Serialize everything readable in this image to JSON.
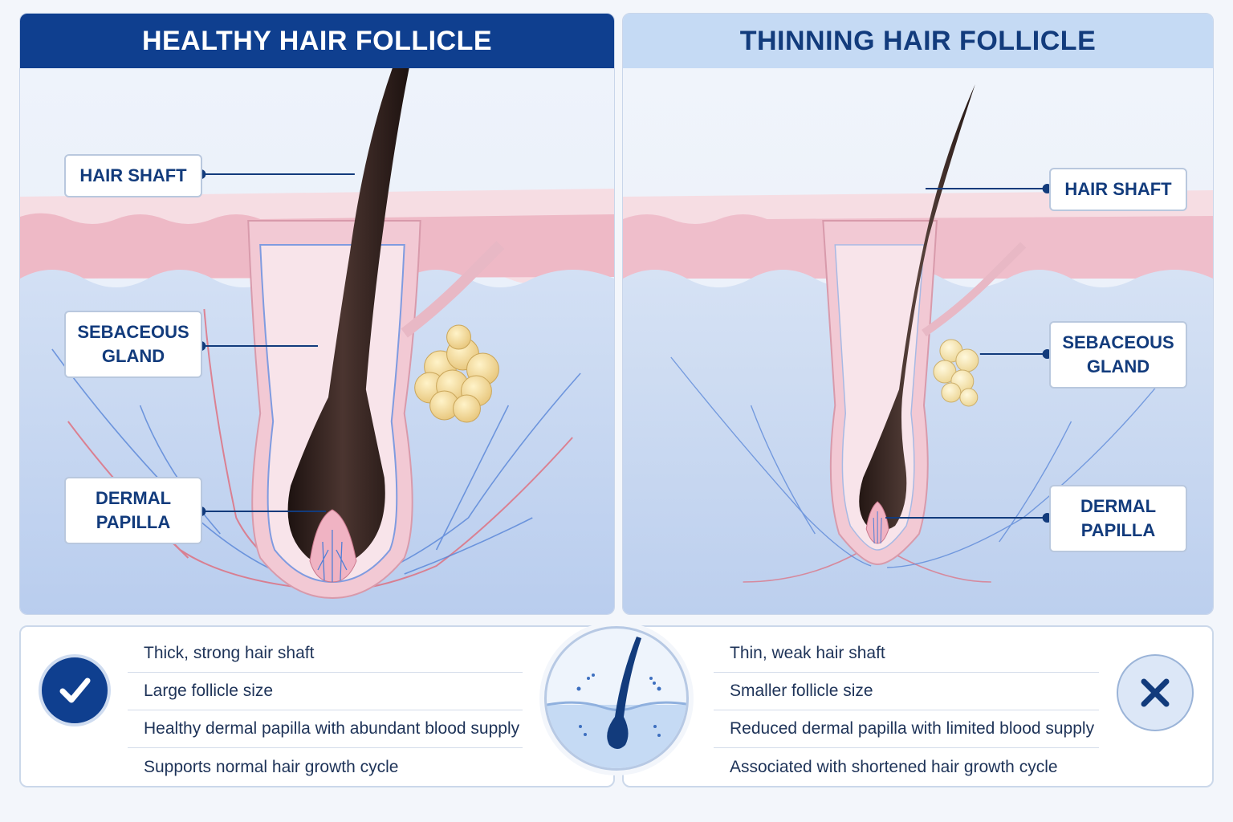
{
  "left_panel": {
    "title": "HEALTHY HAIR FOLLICLE",
    "labels": {
      "hair_shaft": "HAIR SHAFT",
      "sebaceous_gland_line1": "SEBACEOUS",
      "sebaceous_gland_line2": "GLAND",
      "dermal_papilla_line1": "DERMAL",
      "dermal_papilla_line2": "PAPILLA"
    },
    "features": [
      "Thick, strong hair shaft",
      "Large follicle size",
      "Healthy dermal papilla with abundant blood supply",
      "Supports normal hair growth cycle"
    ],
    "status_icon": "check-icon"
  },
  "right_panel": {
    "title": "THINNING HAIR FOLLICLE",
    "labels": {
      "hair_shaft": "HAIR SHAFT",
      "sebaceous_gland_line1": "SEBACEOUS",
      "sebaceous_gland_line2": "GLAND",
      "dermal_papilla_line1": "DERMAL",
      "dermal_papilla_line2": "PAPILLA"
    },
    "features": [
      "Thin, weak hair shaft",
      "Smaller follicle size",
      "Reduced dermal papilla with limited blood supply",
      "Associated with shortened hair growth cycle"
    ],
    "status_icon": "x-icon"
  },
  "center_icon": "hair-follicle-icon",
  "colors": {
    "primary_blue": "#0f3f8f",
    "light_blue_banner": "#c5daf4",
    "skin_pink": "#f2c9d4",
    "dermis_blue": "#c9d9f1",
    "hair_dark": "#2e1f1c",
    "gland_yellow": "#f1d99a",
    "vessel_red": "#e06b7a",
    "vessel_blue": "#4f7fd6"
  }
}
